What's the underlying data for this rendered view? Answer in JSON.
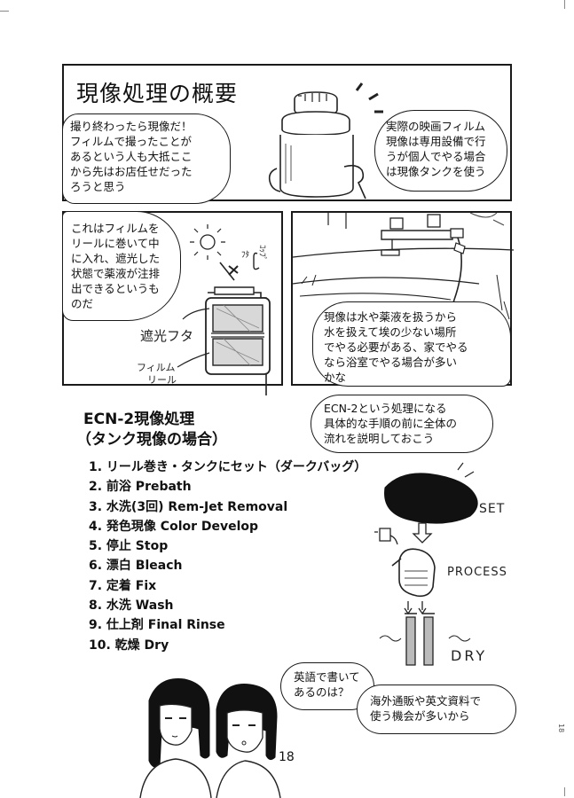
{
  "panel1": {
    "title": "現像処理の概要",
    "bubble_left": [
      "撮り終わったら現像だ！",
      "フィルムで撮ったことが",
      "あるという人も大抵ここ",
      "から先はお店任せだった",
      "ろうと思う"
    ],
    "bubble_right": [
      "実際の映画フィルム",
      "現像は専用設備で行",
      "うが個人でやる場合",
      "は現像タンクを使う"
    ]
  },
  "panel2": {
    "bubble": [
      "これはフィルムを",
      "リールに巻いて中",
      "に入れ、遮光した",
      "状態で薬液が注排",
      "出できるというも",
      "のだ"
    ],
    "label_cap": "ﾌﾀ",
    "label_cap_prefix": "ｺｯﾌﾟ",
    "label_shade": "遮光フタ",
    "label_film": "フィルム",
    "label_reel": "リール"
  },
  "panel3": {
    "bubble": [
      "現像は水や薬液を扱うから",
      "水を扱えて埃の少ない場所",
      "でやる必要がある、家でやる",
      "なら浴室でやる場合が多い",
      "かな"
    ]
  },
  "section": {
    "title_line1": "ECN-2現像処理",
    "title_line2": "（タンク現像の場合）",
    "bubble": [
      "ECN-2という処理になる",
      "具体的な手順の前に全体の",
      "流れを説明しておこう"
    ],
    "steps": [
      "1. リール巻き・タンクにセット（ダークバッグ）",
      "2. 前浴 Prebath",
      "3. 水洗(3回) Rem-Jet Removal",
      "4. 発色現像 Color Develop",
      "5. 停止 Stop",
      "6. 漂白 Bleach",
      "7. 定着 Fix",
      "8. 水洗 Wash",
      "9. 仕上剤 Final Rinse",
      "10. 乾燥 Dry"
    ],
    "labels": {
      "set": "SET",
      "process": "PROCESS",
      "dry": "DRY"
    }
  },
  "bottom": {
    "bubble_question": [
      "英語で書いて",
      "あるのは？"
    ],
    "bubble_answer": [
      "海外通販や英文資料で",
      "使う機会が多いから"
    ],
    "page_number": "18",
    "margin_number": "18"
  }
}
